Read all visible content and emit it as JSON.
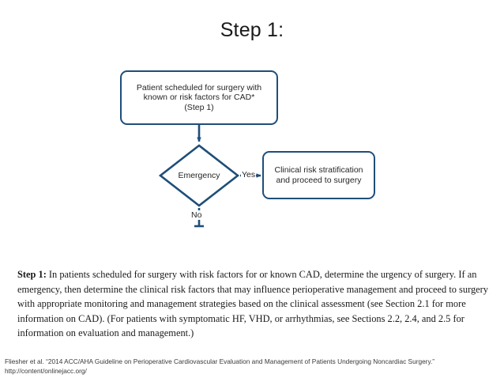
{
  "slide": {
    "title": "Step 1:"
  },
  "figure": {
    "colors": {
      "node_border": "#1f4e79",
      "connector": "#1f4e79",
      "node_fill": "#ffffff"
    },
    "nodes": {
      "start": "Patient scheduled for surgery with\nknown or risk factors for CAD*\n(Step 1)",
      "decision": "Emergency",
      "clinical_risk": "Clinical risk stratification\nand proceed to surgery"
    },
    "edges": {
      "yes": "Yes",
      "no": "No"
    }
  },
  "body": {
    "lead": "Step 1:",
    "text": " In patients scheduled for surgery with risk factors for or known CAD, determine the urgency of surgery. If an emergency, then determine the clinical risk factors that may influence perioperative management and proceed to surgery with appropriate monitoring and management strategies based on the clinical assessment (see Section 2.1 for more information on CAD). (For patients with symptomatic HF, VHD, or arrhythmias, see Sections 2.2, 2.4, and 2.5 for information on evaluation and management.)"
  },
  "footer": {
    "line1": "Fliesher et al. “2014 ACC/AHA Guideline on Perioperative Cardiovascular Evaluation and Management of Patients Undergoing Noncardiac Surgery.”",
    "line2": "http://content/onlinejacc.org/"
  }
}
